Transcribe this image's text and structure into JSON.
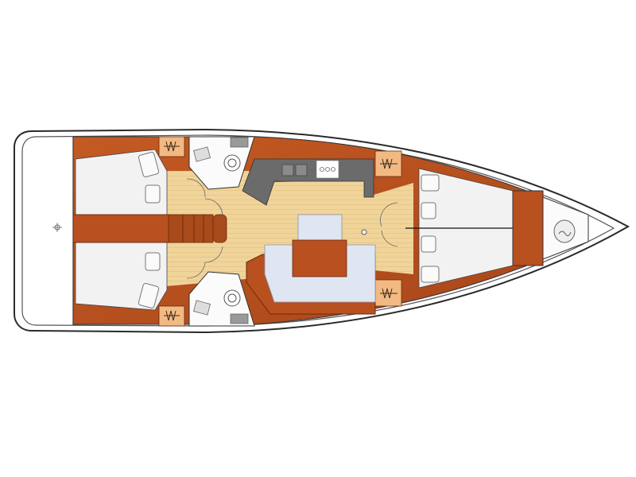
{
  "diagram": {
    "type": "yacht-deck-plan",
    "colors": {
      "background": "#ffffff",
      "hull_outline": "#2a2a2a",
      "wood": "#b8501f",
      "wood_dark": "#8e3a15",
      "floor": "#f0d49a",
      "bedding": "#f2f2f2",
      "galley_counter": "#6b6b6b",
      "saloon_cushion": "#dfe6f2",
      "closet": "#f2b983"
    },
    "spaces": [
      {
        "name": "transom"
      },
      {
        "name": "aft-port-cabin"
      },
      {
        "name": "aft-starboard-cabin"
      },
      {
        "name": "port-head"
      },
      {
        "name": "starboard-head"
      },
      {
        "name": "companionway-steps"
      },
      {
        "name": "galley"
      },
      {
        "name": "saloon"
      },
      {
        "name": "forward-cabin"
      },
      {
        "name": "forepeak"
      }
    ]
  }
}
